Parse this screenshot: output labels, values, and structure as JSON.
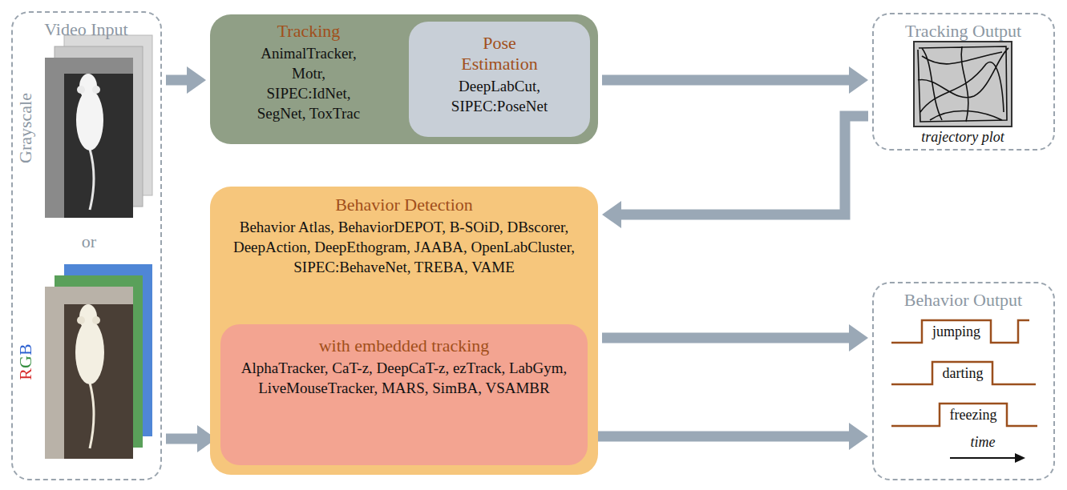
{
  "diagram": {
    "nodes": [
      {
        "text": [
          "Video Input"
        ]
      },
      {
        "text": [
          "Tracking",
          "AnimalTracker, Motr, SIPEC:IdNet, SegNet, ToxTrac"
        ]
      },
      {
        "text": [
          "Pose Estimation",
          "DeepLabCut, SIPEC:PoseNet"
        ],
        "in": 1
      },
      {
        "text": [
          "Tracking Output"
        ]
      },
      {
        "text": [
          "Behavior Detection",
          "Behavior Atlas, BehaviorDEPOT, B-SOiD, DBscorer, DeepAction, DeepEthogram, JAABA, OpenLabCluster, SIPEC:BehaveNet, TREBA, VAME"
        ]
      },
      {
        "text": [
          "with embedded tracking",
          "AlphaTracker, CaT-z, DeepCaT-z, ezTrack, LabGym, LiveMouseTracker, MARS, SimBA, VSAMBR"
        ],
        "in": 4
      },
      {
        "text": [
          "Behavior Output"
        ]
      }
    ],
    "edges": [
      {
        "from": 0,
        "to": 1,
        "arrow": "to"
      },
      {
        "from": 1,
        "to": 3,
        "arrow": "to"
      },
      {
        "from": 3,
        "to": 4,
        "arrow": "to"
      },
      {
        "from": 4,
        "to": 6,
        "arrow": "to"
      },
      {
        "from": 5,
        "to": 6,
        "arrow": "to"
      },
      {
        "from": 0,
        "to": 5,
        "arrow": "to"
      }
    ],
    "labels": [
      "Grayscale",
      "or",
      "RGB",
      "trajectory plot",
      "jumping",
      "darting",
      "freezing",
      "time"
    ]
  }
}
